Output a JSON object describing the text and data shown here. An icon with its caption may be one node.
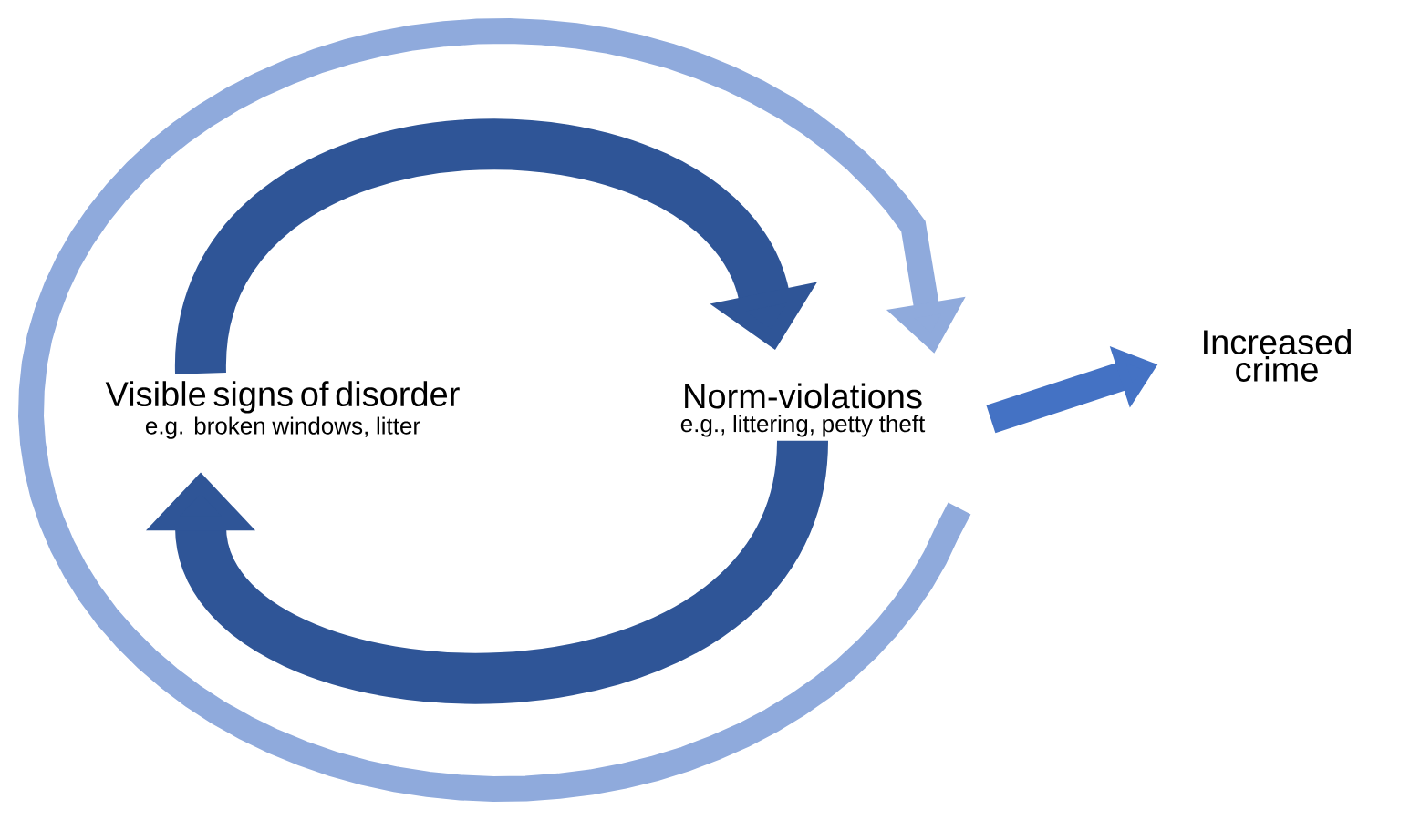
{
  "diagram": {
    "nodes": [
      {
        "text": [
          "Visible signs of disorder",
          "e.g. broken windows, litter"
        ]
      },
      {
        "text": [
          "Norm-violations",
          "e.g., littering, petty theft"
        ]
      },
      {
        "text": [
          "Increased crime"
        ]
      }
    ],
    "edges": [
      {
        "from": 0,
        "to": 1,
        "arrow": "to",
        "color": "#2f5597"
      },
      {
        "from": 1,
        "to": 0,
        "arrow": "to",
        "color": "#2f5597"
      },
      {
        "from": null,
        "to": 1,
        "arrow": "to",
        "color": "#8faadc"
      },
      {
        "from": 1,
        "to": 2,
        "arrow": "to",
        "color": "#4472c4"
      }
    ]
  }
}
